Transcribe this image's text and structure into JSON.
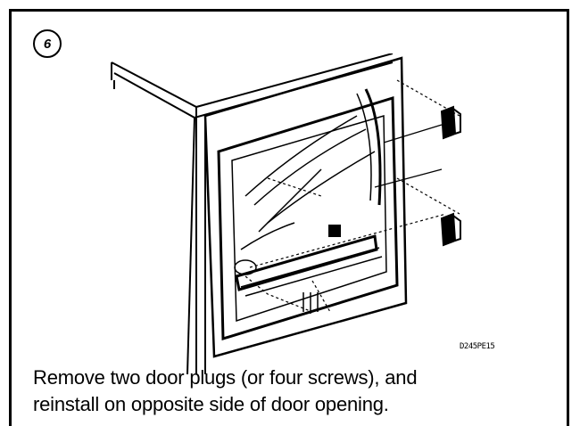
{
  "step": {
    "number": "6"
  },
  "figure": {
    "code": "D245PE15",
    "parts": [
      "dryer-cabinet",
      "door-opening",
      "door-plug-upper",
      "door-plug-lower"
    ]
  },
  "caption": {
    "line1": "Remove two door plugs (or four screws), and",
    "line2": "reinstall on opposite side of door opening."
  }
}
